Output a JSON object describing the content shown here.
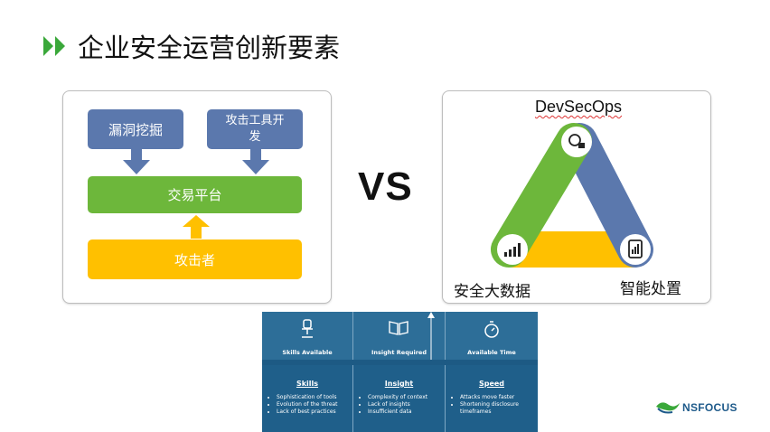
{
  "slide": {
    "title": "企业安全运营创新要素"
  },
  "left_panel": {
    "vuln_mining": "漏洞挖掘",
    "attack_tools": "攻击工具开发",
    "trading_platform": "交易平台",
    "attacker": "攻击者"
  },
  "vs": "VS",
  "right_panel": {
    "top_label": "DevSecOps",
    "left_label": "安全大数据",
    "right_label": "智能处置",
    "colors": {
      "green": "#6db73b",
      "blue": "#5b78ad",
      "yellow": "#ffc000"
    }
  },
  "table": {
    "headers": [
      "Skills Available",
      "Insight Required",
      "Available Time"
    ],
    "columns": [
      {
        "title": "Skills",
        "items": [
          "Sophistication of tools",
          "Evolution of the threat",
          "Lack of best practices"
        ]
      },
      {
        "title": "Insight",
        "items": [
          "Complexity of context",
          "Lack of insights",
          "Insufficient data"
        ]
      },
      {
        "title": "Speed",
        "items": [
          "Attacks move faster",
          "Shortening disclosure timeframes"
        ]
      }
    ]
  },
  "logo": {
    "text": "NSFOCUS"
  }
}
